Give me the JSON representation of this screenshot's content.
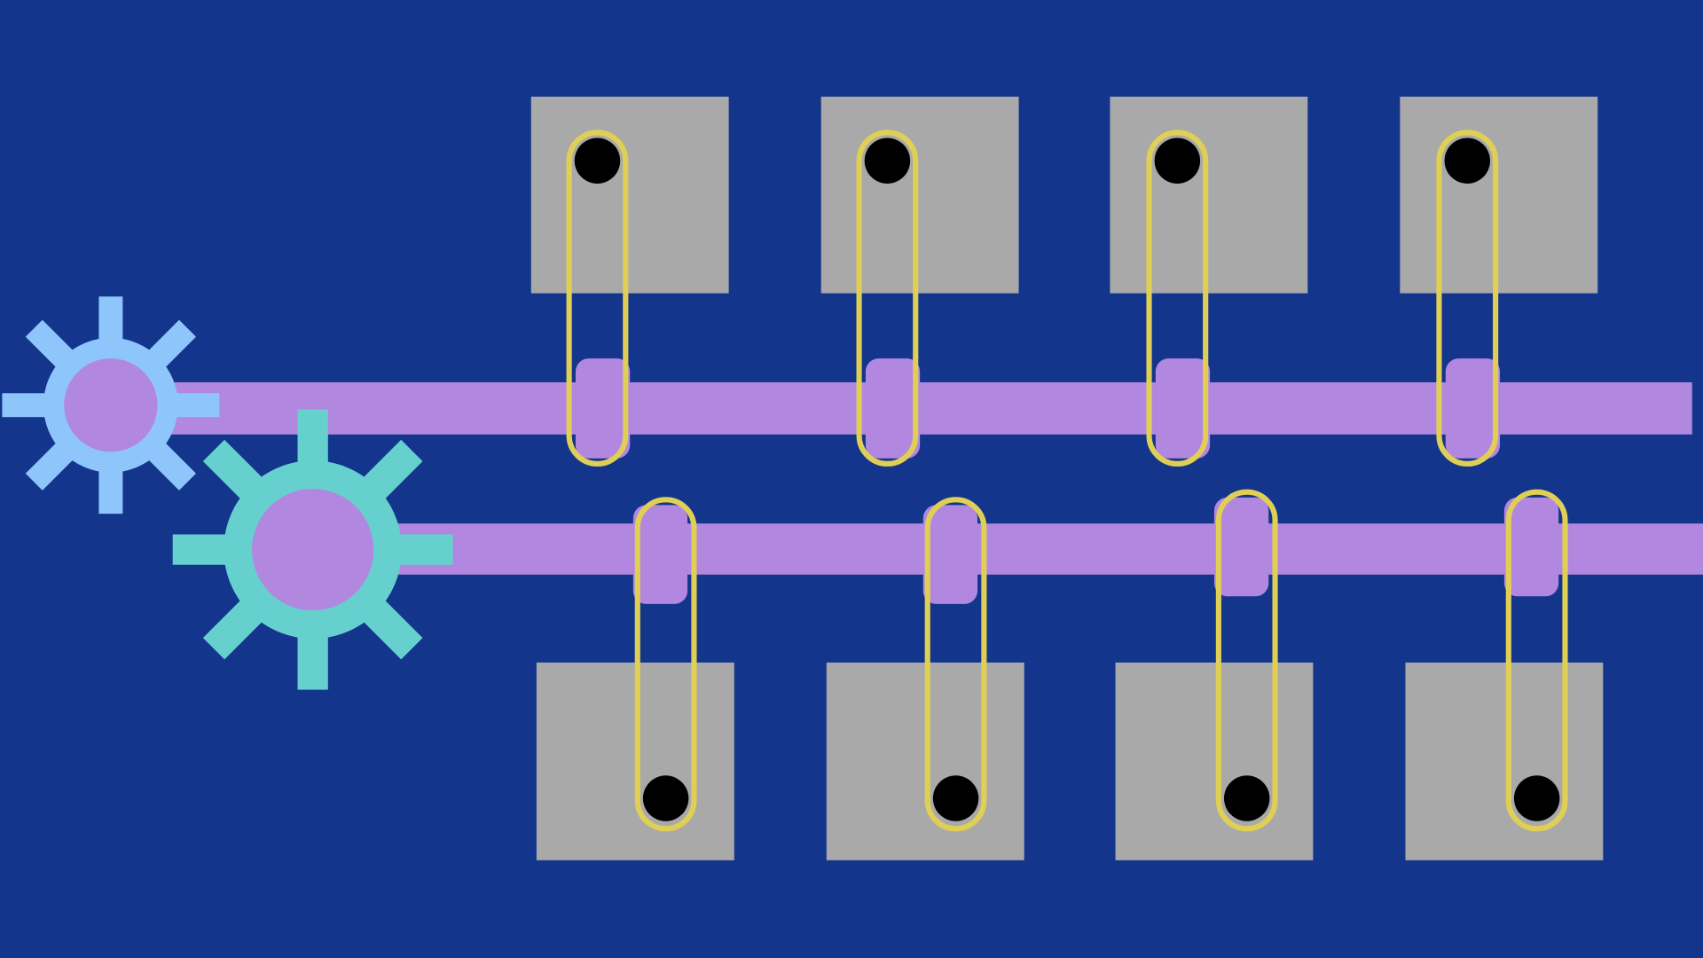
{
  "colors": {
    "background": "#13368c",
    "block": "#a9a9a9",
    "bar": "#b287e0",
    "loop": "#e0cf55",
    "pin": "#000000",
    "gear_small": "#8ec5fb",
    "gear_large": "#66d0cf",
    "gear_hub": "#b287e0"
  },
  "board": {
    "top_row_blocks": 4,
    "bottom_row_blocks": 4,
    "bars": 2,
    "gears": 2
  }
}
